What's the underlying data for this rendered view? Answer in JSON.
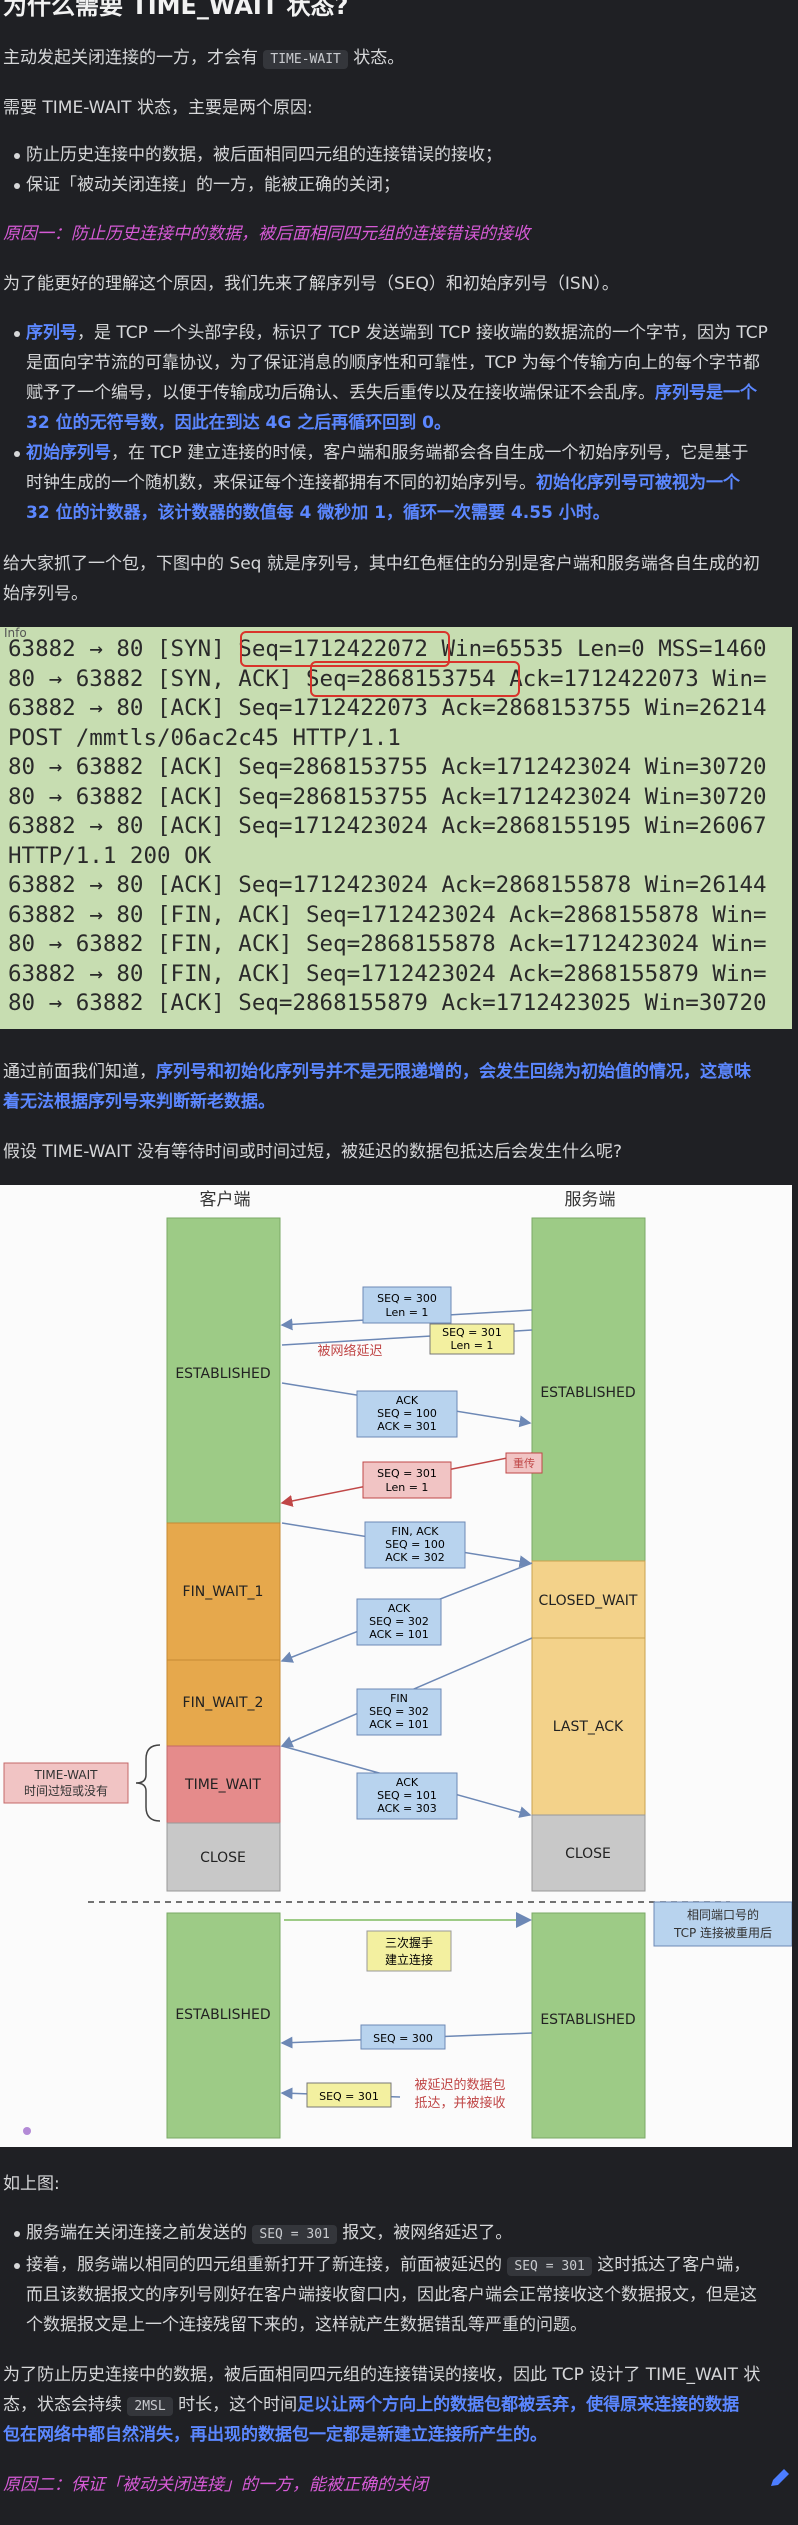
{
  "title": "为什么需要 TIME_WAIT 状态?",
  "p1": {
    "before": "主动发起关闭连接的一方，才会有 ",
    "code": "TIME-WAIT",
    "after": " 状态。"
  },
  "p2": "需要 TIME-WAIT 状态，主要是两个原因:",
  "reasons": [
    "防止历史连接中的数据，被后面相同四元组的连接错误的接收；",
    "保证「被动关闭连接」的一方，能被正确的关闭；"
  ],
  "reason1_heading": "原因一：防止历史连接中的数据，被后面相同四元组的连接错误的接收",
  "p3": "为了能更好的理解这个原因，我们先来了解序列号（SEQ）和初始序列号（ISN）。",
  "seq_item": {
    "term": "序列号",
    "line1": "，是 TCP 一个头部字段，标识了 TCP 发送端到 TCP 接收端的数据流的一个字节，因为 TCP",
    "line2": "是面向字节流的可靠协议，为了保证消息的顺序性和可靠性，TCP 为每个传输方向上的每个字节都",
    "line3a": "赋予了一个编号，以便于传输成功后确认、丢失后重传以及在接收端保证不会乱序。",
    "line3b": "序列号是一个",
    "line4": "32 位的无符号数，因此在到达 4G 之后再循环回到 0。"
  },
  "isn_item": {
    "term": "初始序列号",
    "line1": "，在 TCP 建立连接的时候，客户端和服务端都会各自生成一个初始序列号，它是基于",
    "line2a": "时钟生成的一个随机数，来保证每个连接都拥有不同的初始序列号。",
    "line2b": "初始化序列号可被视为一个",
    "line3": "32 位的计数器，该计数器的数值每 4 微秒加 1，循环一次需要 4.55 小时。"
  },
  "p4": [
    "给大家抓了一个包，下图中的 Seq 就是序列号，其中红色框住的分别是客户端和服务端各自生成的初",
    "始序列号。"
  ],
  "capture": {
    "header": "Info",
    "rows": [
      "63882 → 80 [SYN] Seq=1712422072 Win=65535 Len=0 MSS=1460",
      "80 → 63882 [SYN, ACK] Seq=2868153754 Ack=1712422073 Win=",
      "63882 → 80 [ACK] Seq=1712422073 Ack=2868153755 Win=26214",
      "POST /mmtls/06ac2c45 HTTP/1.1",
      "80 → 63882 [ACK] Seq=2868153755 Ack=1712423024 Win=30720",
      "80 → 63882 [ACK] Seq=2868153755 Ack=1712423024 Win=30720",
      "63882 → 80 [ACK] Seq=1712423024 Ack=2868155195 Win=26067",
      "HTTP/1.1 200 OK",
      "63882 → 80 [ACK] Seq=1712423024 Ack=2868155878 Win=26144",
      "63882 → 80 [FIN, ACK] Seq=1712423024 Ack=2868155878 Win=",
      "80 → 63882 [FIN, ACK] Seq=2868155878 Ack=1712423024 Win=",
      "63882 → 80 [FIN, ACK] Seq=1712423024 Ack=2868155879 Win=",
      "80 → 63882 [ACK] Seq=2868155879 Ack=1712423025 Win=30720"
    ]
  },
  "p5": {
    "a": "通过前面我们知道，",
    "b": "序列号和初始化序列号并不是无限递增的，会发生回绕为初始值的情况，这意味",
    "c": "着无法根据序列号来判断新老数据。"
  },
  "p6": "假设 TIME-WAIT 没有等待时间或时间过短，被延迟的数据包抵达后会发生什么呢?",
  "diagram": {
    "client": "客户端",
    "server": "服务端",
    "c_established": "ESTABLISHED",
    "fin_wait_1": "FIN_WAIT_1",
    "fin_wait_2": "FIN_WAIT_2",
    "time_wait": "TIME_WAIT",
    "c_close": "CLOSE",
    "s_established": "ESTABLISHED",
    "closed_wait": "CLOSED_WAIT",
    "last_ack": "LAST_ACK",
    "s_close": "CLOSE",
    "c_established2": "ESTABLISHED",
    "s_established2": "ESTABLISHED",
    "m1": [
      "SEQ = 300",
      "Len = 1"
    ],
    "m2": [
      "SEQ = 301",
      "Len = 1"
    ],
    "delayed": "被网络延迟",
    "m3": [
      "ACK",
      "SEQ = 100",
      "ACK = 301"
    ],
    "m4": [
      "SEQ = 301",
      "Len = 1"
    ],
    "retrans": "重传",
    "m5": [
      "FIN, ACK",
      "SEQ = 100",
      "ACK = 302"
    ],
    "m6": [
      "ACK",
      "SEQ = 302",
      "ACK = 101"
    ],
    "m7": [
      "FIN",
      "SEQ = 302",
      "ACK = 101"
    ],
    "m8": [
      "ACK",
      "SEQ = 101",
      "ACK = 303"
    ],
    "tw_note": [
      "TIME-WAIT",
      "时间过短或没有"
    ],
    "handshake": [
      "三次握手",
      "建立连接"
    ],
    "same_port": [
      "相同端口号的",
      "TCP 连接被重用后"
    ],
    "m9": "SEQ = 300",
    "m10": "SEQ = 301",
    "late": [
      "被延迟的数据包",
      "抵达，并被接收"
    ],
    "colors": {
      "green": "#9dcb86",
      "orange": "#e6a84c",
      "red": "#e58b8b",
      "gray": "#c8c8c8",
      "blue": "#b8d3ee",
      "yellow": "#f3f0a0",
      "pinknote": "#f1c4c4"
    }
  },
  "p7": "如上图:",
  "bul2": {
    "a1": "服务端在关闭连接之前发送的 ",
    "a_code": "SEQ = 301",
    "a2": " 报文，被网络延迟了。",
    "b1": "接着，服务端以相同的四元组重新打开了新连接，前面被延迟的 ",
    "b_code": "SEQ = 301",
    "b2": " 这时抵达了客户端，",
    "b3": "而且该数据报文的序列号刚好在客户端接收窗口内，因此客户端会正常接收这个数据报文，但是这",
    "b4": "个数据报文是上一个连接残留下来的，这样就产生数据错乱等严重的问题。"
  },
  "p8": {
    "a": "为了防止历史连接中的数据，被后面相同四元组的连接错误的接收，因此 TCP 设计了 TIME_WAIT 状",
    "b1": "态，状态会持续 ",
    "code": "2MSL",
    "b2": " 时长，这个时间",
    "b3": "足以让两个方向上的数据包都被丢弃，使得原来连接的数据",
    "c": "包在网络中都自然消失，再出现的数据包一定都是新建立连接所产生的。"
  },
  "reason2_heading": "原因二：保证「被动关闭连接」的一方，能被正确的关闭"
}
